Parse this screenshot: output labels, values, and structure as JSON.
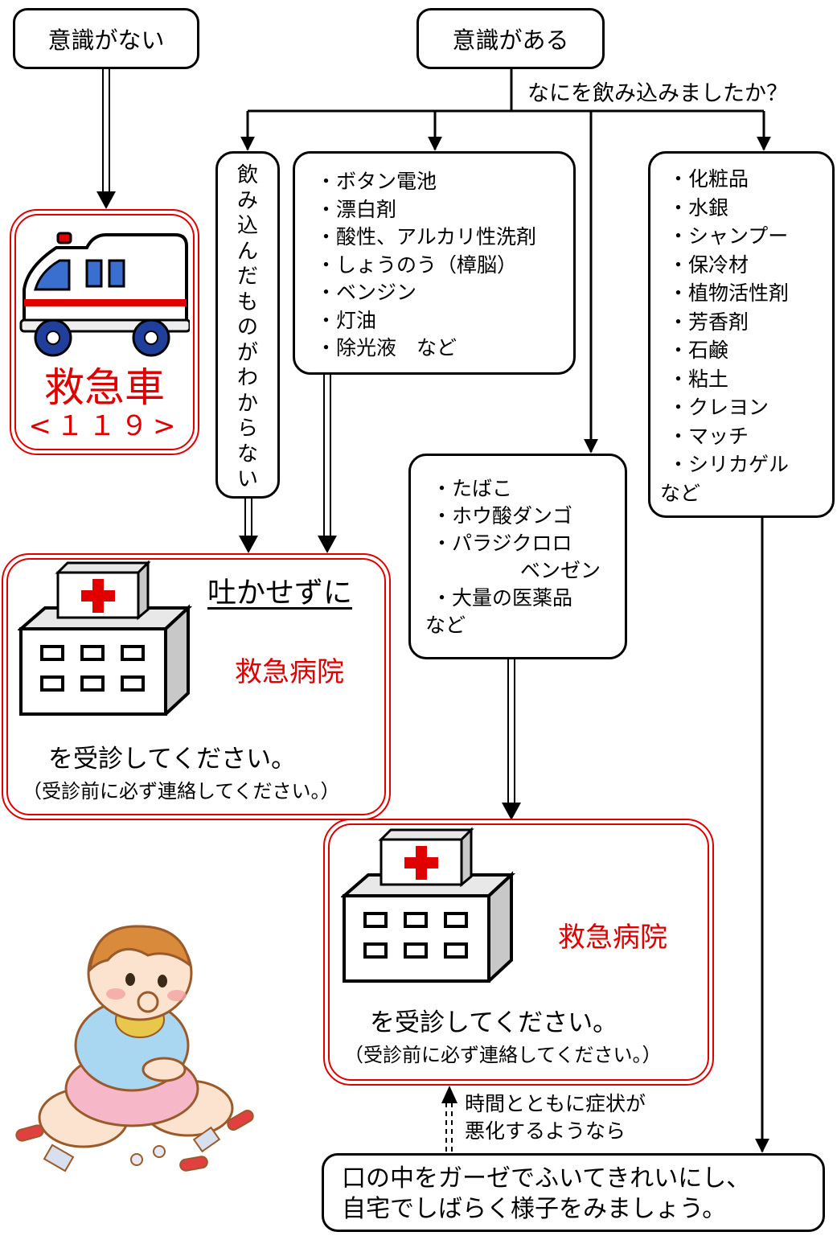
{
  "top": {
    "unconscious": "意識がない",
    "conscious": "意識がある",
    "question": "なにを飲み込みましたか？"
  },
  "ambulance": {
    "label": "救急車",
    "number": "<１１９>"
  },
  "unknown_label": [
    "飲",
    "み",
    "込",
    "ん",
    "だ",
    "も",
    "の",
    "が",
    "わ",
    "か",
    "ら",
    "な",
    "い"
  ],
  "dangerous_items": [
    "・ボタン電池",
    "・漂白剤",
    "・酸性、アルカリ性洗剤",
    "・しょうのう（樟脳）",
    "・ベンジン",
    "・灯油",
    "・除光液　など"
  ],
  "toxic_items": [
    "・たばこ",
    "・ホウ酸ダンゴ",
    "・パラジクロロ",
    "ベンゼン",
    "・大量の医薬品",
    "など"
  ],
  "mild_items": [
    "・化粧品",
    "・水銀",
    "・シャンプー",
    "・保冷材",
    "・植物活性剤",
    "・芳香剤",
    "・石鹸",
    "・粘土",
    "・クレヨン",
    "・マッチ",
    "・シリカゲル",
    "など"
  ],
  "hospital1": {
    "no_vomit": "吐かせずに",
    "name": "救急病院",
    "visit": "を受診してください。",
    "note": "（受診前に必ず連絡してください。）"
  },
  "hospital2": {
    "name": "救急病院",
    "visit": "を受診してください。",
    "note": "（受診前に必ず連絡してください。）"
  },
  "worsen_note": [
    "時間とともに症状が",
    "悪化するようなら"
  ],
  "home_care": [
    "口の中をガーゼでふいてきれいにし、",
    "自宅でしばらく様子をみましょう。"
  ],
  "colors": {
    "accent_red": "#e00000",
    "frame": "#000000",
    "building_gray": "#c8c8c8"
  }
}
